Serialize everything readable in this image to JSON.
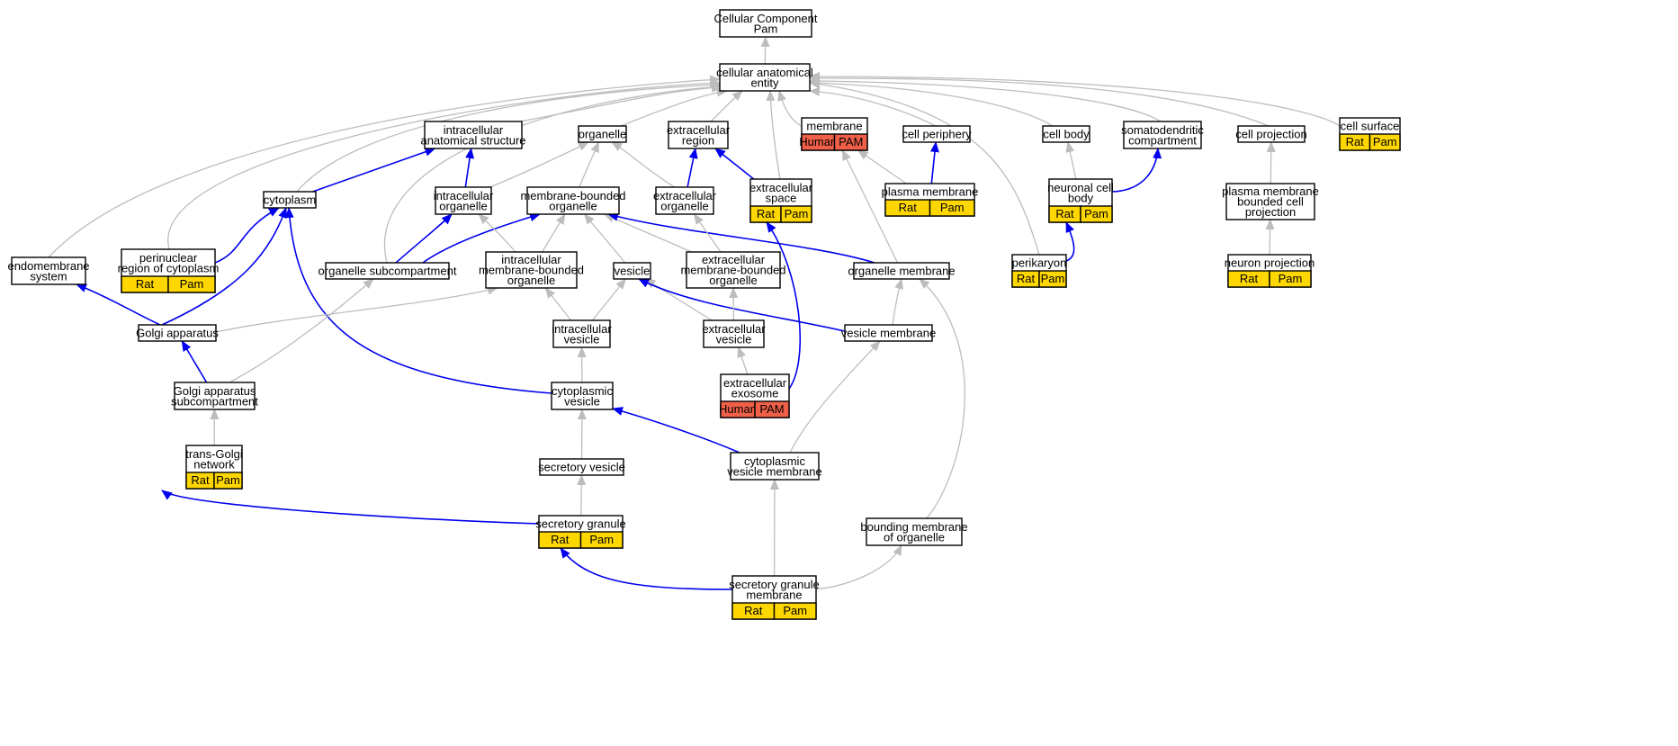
{
  "colors": {
    "gray_edge": "#bdbdbd",
    "blue_edge": "#0000ee",
    "rat_pam": "#ffd700",
    "human_pam": "#f06049"
  },
  "nodes": [
    {
      "id": "cc_pam",
      "lines": [
        "Cellular Component",
        "Pam"
      ],
      "tags": []
    },
    {
      "id": "cae",
      "lines": [
        "cellular anatomical",
        "entity"
      ],
      "tags": []
    },
    {
      "id": "intra_anat",
      "lines": [
        "intracellular",
        "anatomical structure"
      ],
      "tags": []
    },
    {
      "id": "organelle",
      "lines": [
        "organelle"
      ],
      "tags": []
    },
    {
      "id": "extracellular_region",
      "lines": [
        "extracellular",
        "region"
      ],
      "tags": []
    },
    {
      "id": "membrane",
      "lines": [
        "membrane"
      ],
      "tags": [
        "Human",
        "PAM"
      ]
    },
    {
      "id": "cell_periphery",
      "lines": [
        "cell periphery"
      ],
      "tags": []
    },
    {
      "id": "cell_body",
      "lines": [
        "cell body"
      ],
      "tags": []
    },
    {
      "id": "somatodendritic",
      "lines": [
        "somatodendritic",
        "compartment"
      ],
      "tags": []
    },
    {
      "id": "cell_projection",
      "lines": [
        "cell projection"
      ],
      "tags": []
    },
    {
      "id": "cell_surface",
      "lines": [
        "cell surface"
      ],
      "tags": [
        "Rat",
        "Pam"
      ]
    },
    {
      "id": "cytoplasm",
      "lines": [
        "cytoplasm"
      ],
      "tags": []
    },
    {
      "id": "intra_organelle",
      "lines": [
        "intracellular",
        "organelle"
      ],
      "tags": []
    },
    {
      "id": "mb_organelle",
      "lines": [
        "membrane-bounded",
        "organelle"
      ],
      "tags": []
    },
    {
      "id": "ec_organelle",
      "lines": [
        "extracellular",
        "organelle"
      ],
      "tags": []
    },
    {
      "id": "ec_space",
      "lines": [
        "extracellular",
        "space"
      ],
      "tags": [
        "Rat",
        "Pam"
      ]
    },
    {
      "id": "plasma_membrane",
      "lines": [
        "plasma membrane"
      ],
      "tags": [
        "Rat",
        "Pam"
      ]
    },
    {
      "id": "neuronal_cell_body",
      "lines": [
        "neuronal cell",
        "body"
      ],
      "tags": [
        "Rat",
        "Pam"
      ]
    },
    {
      "id": "pm_bounded_proj",
      "lines": [
        "plasma membrane",
        "bounded cell",
        "projection"
      ],
      "tags": []
    },
    {
      "id": "endomembrane",
      "lines": [
        "endomembrane",
        "system"
      ],
      "tags": []
    },
    {
      "id": "perinuclear",
      "lines": [
        "perinuclear",
        "region of cytoplasm"
      ],
      "tags": [
        "Rat",
        "Pam"
      ]
    },
    {
      "id": "organelle_subcomp",
      "lines": [
        "organelle subcompartment"
      ],
      "tags": []
    },
    {
      "id": "intra_mb_organelle",
      "lines": [
        "intracellular",
        "membrane-bounded",
        "organelle"
      ],
      "tags": []
    },
    {
      "id": "vesicle",
      "lines": [
        "vesicle"
      ],
      "tags": []
    },
    {
      "id": "ec_mb_organelle",
      "lines": [
        "extracellular",
        "membrane-bounded",
        "organelle"
      ],
      "tags": []
    },
    {
      "id": "organelle_membrane",
      "lines": [
        "organelle membrane"
      ],
      "tags": []
    },
    {
      "id": "perikaryon",
      "lines": [
        "perikaryon"
      ],
      "tags": [
        "Rat",
        "Pam"
      ]
    },
    {
      "id": "neuron_projection",
      "lines": [
        "neuron projection"
      ],
      "tags": [
        "Rat",
        "Pam"
      ]
    },
    {
      "id": "golgi",
      "lines": [
        "Golgi apparatus"
      ],
      "tags": []
    },
    {
      "id": "intra_vesicle",
      "lines": [
        "intracellular",
        "vesicle"
      ],
      "tags": []
    },
    {
      "id": "ec_vesicle",
      "lines": [
        "extracellular",
        "vesicle"
      ],
      "tags": []
    },
    {
      "id": "vesicle_membrane",
      "lines": [
        "vesicle membrane"
      ],
      "tags": []
    },
    {
      "id": "golgi_subcomp",
      "lines": [
        "Golgi apparatus",
        "subcompartment"
      ],
      "tags": []
    },
    {
      "id": "cyto_vesicle",
      "lines": [
        "cytoplasmic",
        "vesicle"
      ],
      "tags": []
    },
    {
      "id": "ec_exosome",
      "lines": [
        "extracellular",
        "exosome"
      ],
      "tags": [
        "Human",
        "PAM"
      ]
    },
    {
      "id": "trans_golgi",
      "lines": [
        "trans-Golgi",
        "network"
      ],
      "tags": [
        "Rat",
        "Pam"
      ]
    },
    {
      "id": "secretory_vesicle",
      "lines": [
        "secretory vesicle"
      ],
      "tags": []
    },
    {
      "id": "cyto_vesicle_membrane",
      "lines": [
        "cytoplasmic",
        "vesicle membrane"
      ],
      "tags": []
    },
    {
      "id": "secretory_granule",
      "lines": [
        "secretory granule"
      ],
      "tags": [
        "Rat",
        "Pam"
      ]
    },
    {
      "id": "bounding_membrane",
      "lines": [
        "bounding membrane",
        "of organelle"
      ],
      "tags": []
    },
    {
      "id": "sg_membrane",
      "lines": [
        "secretory granule",
        "membrane"
      ],
      "tags": [
        "Rat",
        "Pam"
      ]
    }
  ],
  "edges": [
    {
      "from": "cae",
      "to": "cc_pam",
      "kind": "gray"
    },
    {
      "from": "intra_anat",
      "to": "cae",
      "kind": "gray"
    },
    {
      "from": "organelle",
      "to": "cae",
      "kind": "gray"
    },
    {
      "from": "extracellular_region",
      "to": "cae",
      "kind": "gray"
    },
    {
      "from": "membrane",
      "to": "cae",
      "kind": "gray"
    },
    {
      "from": "cell_periphery",
      "to": "cae",
      "kind": "gray"
    },
    {
      "from": "cell_body",
      "to": "cae",
      "kind": "gray"
    },
    {
      "from": "somatodendritic",
      "to": "cae",
      "kind": "gray"
    },
    {
      "from": "cell_projection",
      "to": "cae",
      "kind": "gray"
    },
    {
      "from": "cell_surface",
      "to": "cae",
      "kind": "gray"
    },
    {
      "from": "cytoplasm",
      "to": "cae",
      "kind": "gray"
    },
    {
      "from": "ec_space",
      "to": "cae",
      "kind": "gray"
    },
    {
      "from": "endomembrane",
      "to": "cae",
      "kind": "gray"
    },
    {
      "from": "perinuclear",
      "to": "cae",
      "kind": "gray"
    },
    {
      "from": "organelle_subcomp",
      "to": "cae",
      "kind": "gray"
    },
    {
      "from": "perikaryon",
      "to": "cae",
      "kind": "gray"
    },
    {
      "from": "cytoplasm",
      "to": "intra_anat",
      "kind": "blue"
    },
    {
      "from": "intra_organelle",
      "to": "intra_anat",
      "kind": "blue"
    },
    {
      "from": "intra_organelle",
      "to": "organelle",
      "kind": "gray"
    },
    {
      "from": "mb_organelle",
      "to": "organelle",
      "kind": "gray"
    },
    {
      "from": "ec_organelle",
      "to": "organelle",
      "kind": "gray"
    },
    {
      "from": "ec_organelle",
      "to": "extracellular_region",
      "kind": "blue"
    },
    {
      "from": "ec_space",
      "to": "extracellular_region",
      "kind": "blue"
    },
    {
      "from": "plasma_membrane",
      "to": "membrane",
      "kind": "gray"
    },
    {
      "from": "organelle_membrane",
      "to": "membrane",
      "kind": "gray"
    },
    {
      "from": "plasma_membrane",
      "to": "cell_periphery",
      "kind": "blue"
    },
    {
      "from": "neuronal_cell_body",
      "to": "cell_body",
      "kind": "gray"
    },
    {
      "from": "neuronal_cell_body",
      "to": "somatodendritic",
      "kind": "blue"
    },
    {
      "from": "pm_bounded_proj",
      "to": "cell_projection",
      "kind": "gray"
    },
    {
      "from": "neuron_projection",
      "to": "pm_bounded_proj",
      "kind": "gray"
    },
    {
      "from": "perikaryon",
      "to": "neuronal_cell_body",
      "kind": "blue"
    },
    {
      "from": "perinuclear",
      "to": "cytoplasm",
      "kind": "blue"
    },
    {
      "from": "golgi",
      "to": "cytoplasm",
      "kind": "blue"
    },
    {
      "from": "cyto_vesicle",
      "to": "cytoplasm",
      "kind": "blue"
    },
    {
      "from": "organelle_subcomp",
      "to": "intra_organelle",
      "kind": "blue"
    },
    {
      "from": "organelle_subcomp",
      "to": "mb_organelle",
      "kind": "blue"
    },
    {
      "from": "intra_mb_organelle",
      "to": "intra_organelle",
      "kind": "gray"
    },
    {
      "from": "intra_mb_organelle",
      "to": "mb_organelle",
      "kind": "gray"
    },
    {
      "from": "vesicle",
      "to": "mb_organelle",
      "kind": "gray"
    },
    {
      "from": "ec_mb_organelle",
      "to": "mb_organelle",
      "kind": "gray"
    },
    {
      "from": "organelle_membrane",
      "to": "mb_organelle",
      "kind": "blue"
    },
    {
      "from": "ec_mb_organelle",
      "to": "ec_organelle",
      "kind": "gray"
    },
    {
      "from": "ec_exosome",
      "to": "ec_space",
      "kind": "blue"
    },
    {
      "from": "golgi",
      "to": "endomembrane",
      "kind": "blue"
    },
    {
      "from": "secretory_granule",
      "to": "endomembrane",
      "kind": "blue"
    },
    {
      "from": "golgi_subcomp",
      "to": "organelle_subcomp",
      "kind": "gray"
    },
    {
      "from": "golgi",
      "to": "intra_mb_organelle",
      "kind": "gray"
    },
    {
      "from": "intra_vesicle",
      "to": "intra_mb_organelle",
      "kind": "gray"
    },
    {
      "from": "intra_vesicle",
      "to": "vesicle",
      "kind": "gray"
    },
    {
      "from": "ec_vesicle",
      "to": "vesicle",
      "kind": "gray"
    },
    {
      "from": "vesicle_membrane",
      "to": "vesicle",
      "kind": "blue"
    },
    {
      "from": "ec_vesicle",
      "to": "ec_mb_organelle",
      "kind": "gray"
    },
    {
      "from": "vesicle_membrane",
      "to": "organelle_membrane",
      "kind": "gray"
    },
    {
      "from": "bounding_membrane",
      "to": "organelle_membrane",
      "kind": "gray"
    },
    {
      "from": "golgi_subcomp",
      "to": "golgi",
      "kind": "blue"
    },
    {
      "from": "cyto_vesicle",
      "to": "intra_vesicle",
      "kind": "gray"
    },
    {
      "from": "ec_exosome",
      "to": "ec_vesicle",
      "kind": "gray"
    },
    {
      "from": "cyto_vesicle_membrane",
      "to": "vesicle_membrane",
      "kind": "gray"
    },
    {
      "from": "trans_golgi",
      "to": "golgi_subcomp",
      "kind": "gray"
    },
    {
      "from": "secretory_vesicle",
      "to": "cyto_vesicle",
      "kind": "gray"
    },
    {
      "from": "cyto_vesicle_membrane",
      "to": "cyto_vesicle",
      "kind": "blue"
    },
    {
      "from": "secretory_granule",
      "to": "secretory_vesicle",
      "kind": "gray"
    },
    {
      "from": "sg_membrane",
      "to": "cyto_vesicle_membrane",
      "kind": "gray"
    },
    {
      "from": "sg_membrane",
      "to": "secretory_granule",
      "kind": "blue"
    },
    {
      "from": "sg_membrane",
      "to": "bounding_membrane",
      "kind": "gray"
    }
  ]
}
